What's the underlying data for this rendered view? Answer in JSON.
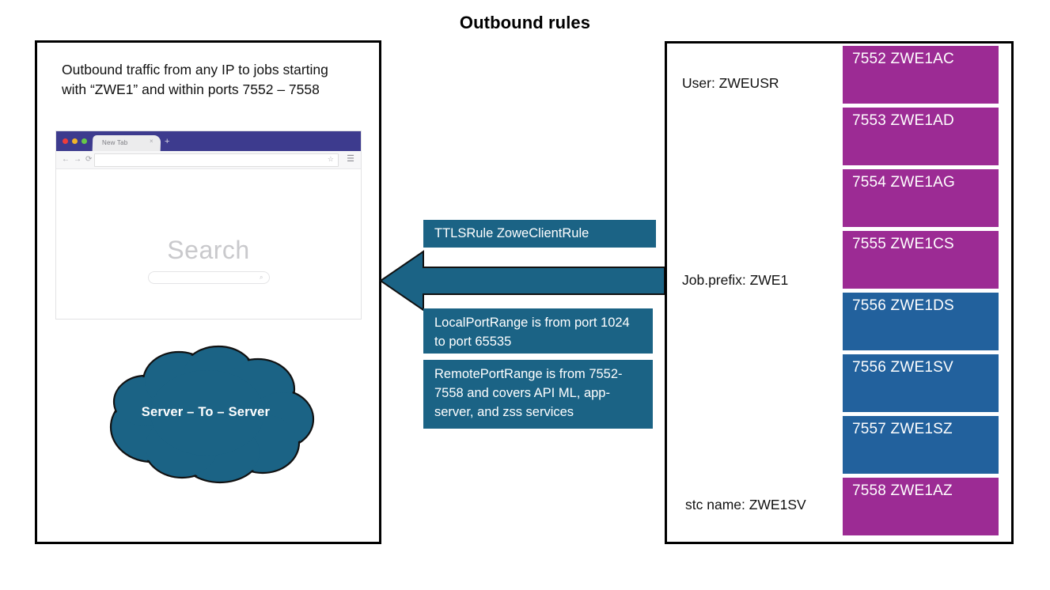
{
  "title": "Outbound rules",
  "left_panel": {
    "description": "Outbound traffic from any IP to jobs starting with “ZWE1” and within ports 7552 – 7558",
    "browser": {
      "tab_label": "New Tab",
      "tab_close": "×",
      "new_tab_plus": "+",
      "back_icon": "←",
      "forward_icon": "→",
      "reload_icon": "⟳",
      "address_value": "",
      "address_placeholder": "",
      "star_icon": "☆",
      "menu_icon": "☰",
      "search_heading": "Search",
      "search_input_value": "",
      "search_glyph": "⌕"
    },
    "cloud": {
      "label": "Server – To – Server",
      "fill": "#1b6385"
    }
  },
  "arrow": {
    "direction": "left",
    "fill": "#1b6385",
    "stroke": "#111111"
  },
  "callouts": [
    {
      "id": "ttls",
      "text": "TTLSRule ZoweClientRule"
    },
    {
      "id": "local-port-range",
      "text": "LocalPortRange is from port 1024 to port 65535"
    },
    {
      "id": "remote-port-range",
      "text": "RemotePortRange is from 7552-7558 and covers API ML, app-server, and zss services"
    }
  ],
  "right_panel": {
    "labels": {
      "user": "User: ZWEUSR",
      "job_prefix": "Job.prefix: ZWE1",
      "stc_name": "stc name: ZWE1SV"
    },
    "ports": [
      {
        "text": "7552 ZWE1AC",
        "color": "magenta"
      },
      {
        "text": "7553 ZWE1AD",
        "color": "magenta"
      },
      {
        "text": "7554 ZWE1AG",
        "color": "magenta"
      },
      {
        "text": "7555 ZWE1CS",
        "color": "magenta"
      },
      {
        "text": "7556 ZWE1DS",
        "color": "blue"
      },
      {
        "text": "7556 ZWE1SV",
        "color": "blue"
      },
      {
        "text": "7557 ZWE1SZ",
        "color": "blue"
      },
      {
        "text": "7558 ZWE1AZ",
        "color": "magenta"
      }
    ],
    "colors": {
      "magenta": "#9c2b94",
      "blue": "#22619d"
    }
  }
}
